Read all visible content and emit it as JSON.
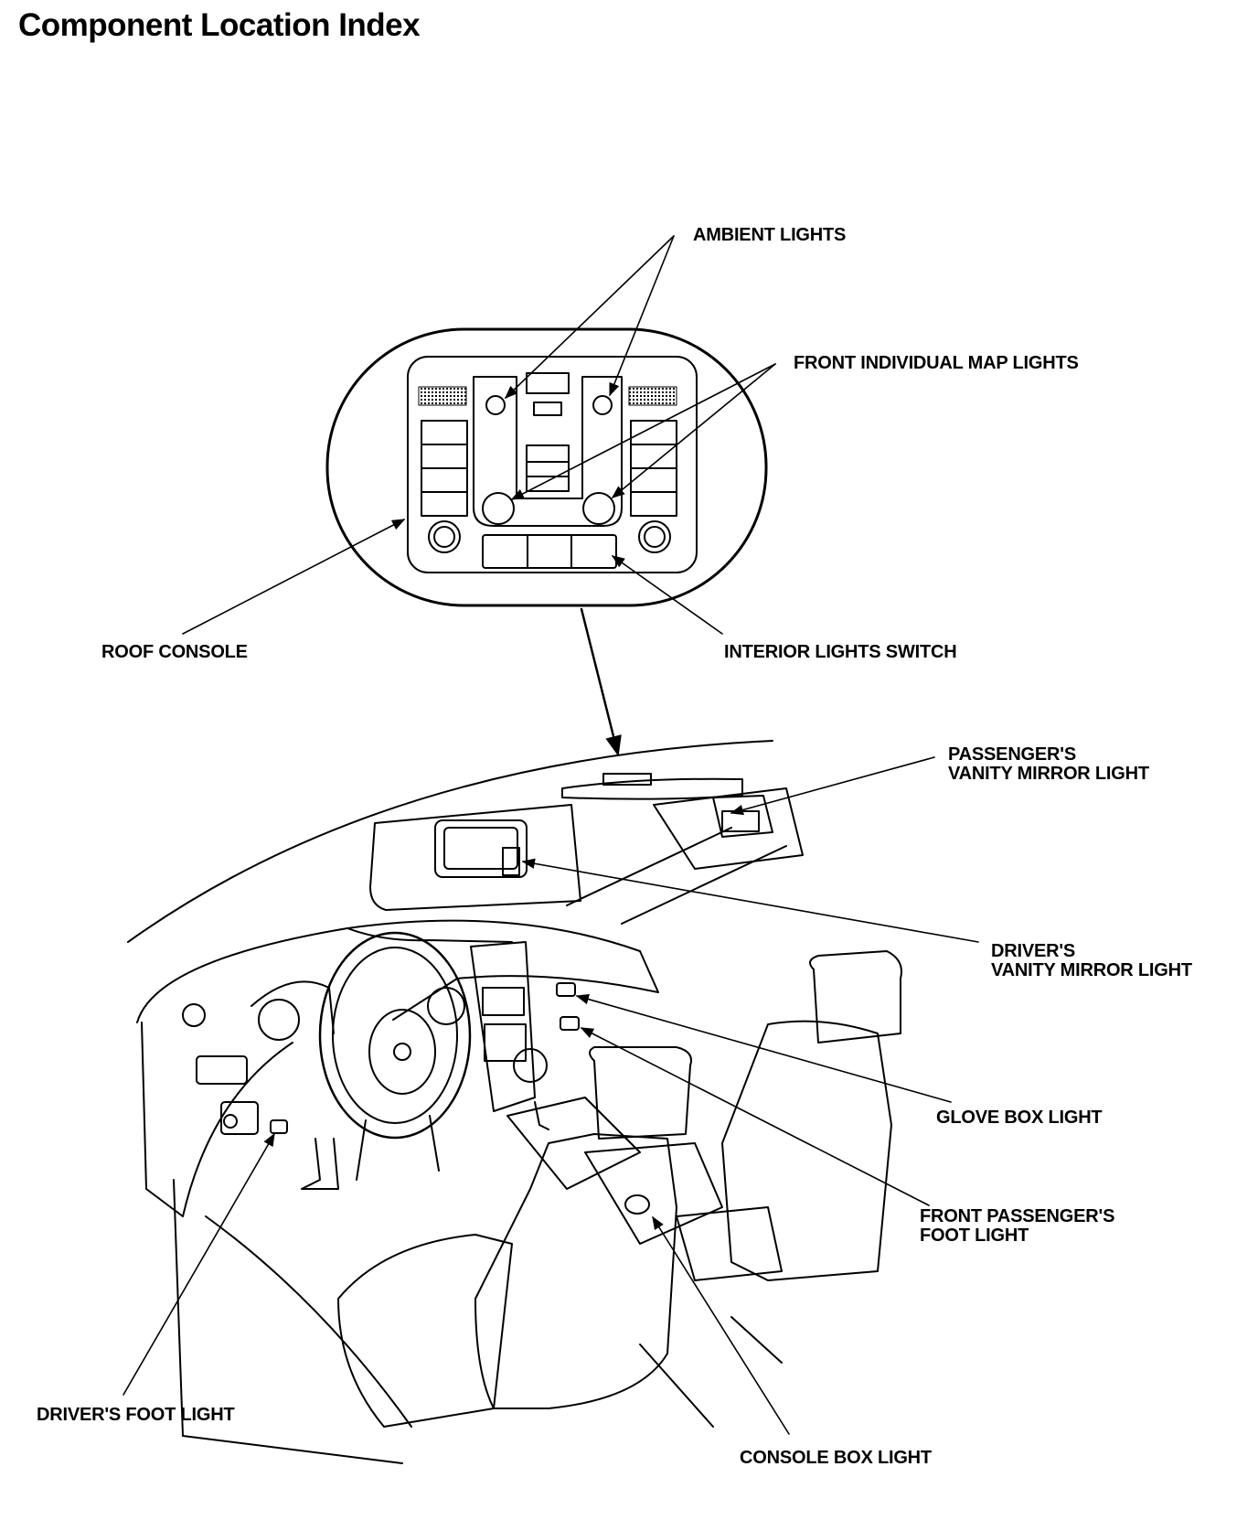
{
  "title": "Component Location Index",
  "callouts": {
    "ambient_lights": "AMBIENT LIGHTS",
    "front_individual_map_lights": "FRONT INDIVIDUAL MAP LIGHTS",
    "roof_console": "ROOF CONSOLE",
    "interior_lights_switch": "INTERIOR LIGHTS SWITCH",
    "passengers_vanity_mirror_light": [
      "PASSENGER'S",
      "VANITY MIRROR LIGHT"
    ],
    "drivers_vanity_mirror_light": [
      "DRIVER'S",
      "VANITY MIRROR LIGHT"
    ],
    "glove_box_light": "GLOVE BOX LIGHT",
    "front_passengers_foot_light": [
      "FRONT PASSENGER'S",
      "FOOT LIGHT"
    ],
    "drivers_foot_light": "DRIVER'S FOOT LIGHT",
    "console_box_light": "CONSOLE BOX LIGHT"
  }
}
